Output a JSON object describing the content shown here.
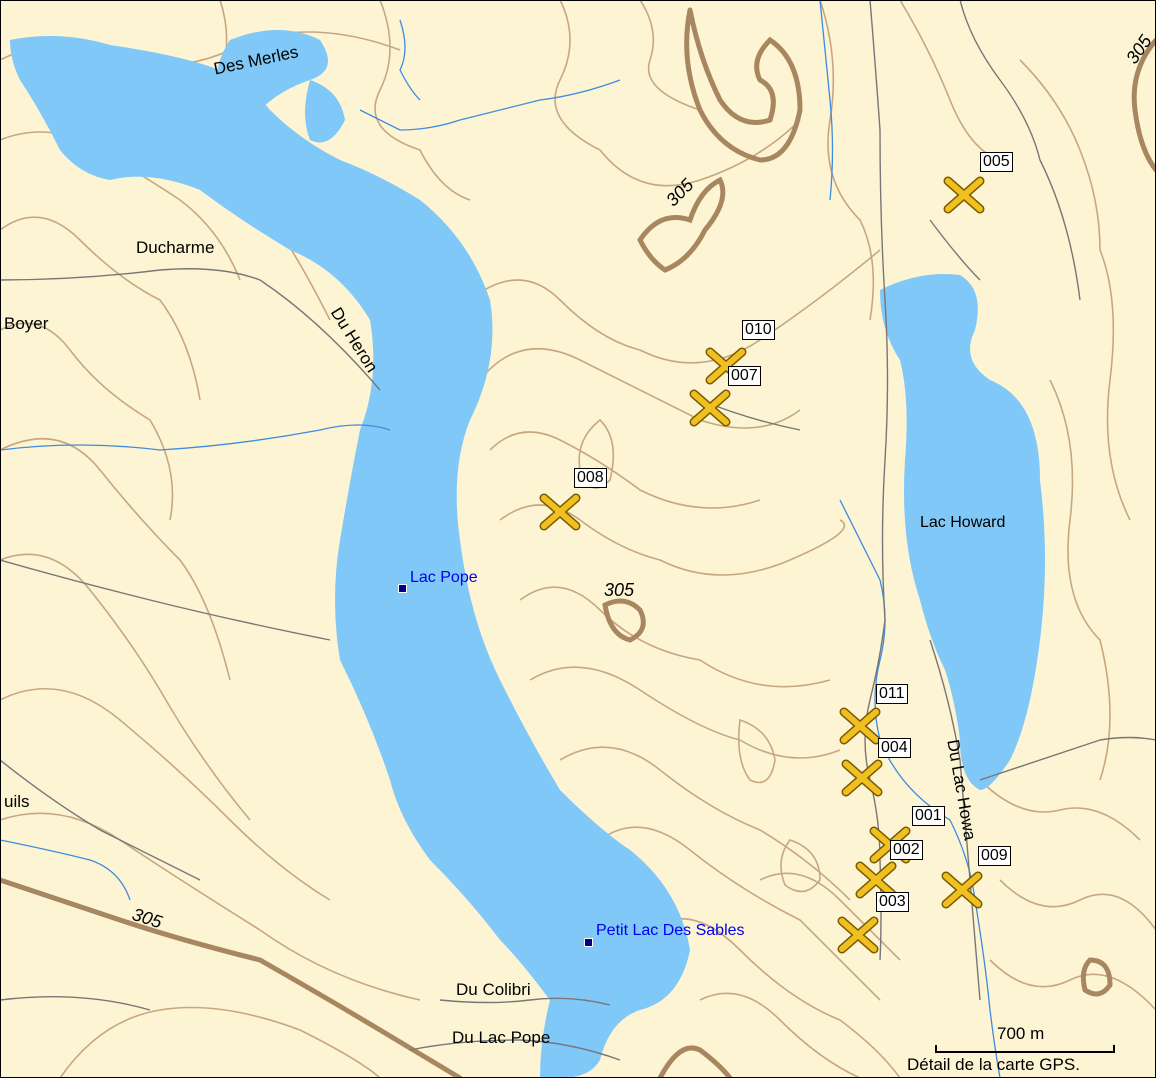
{
  "map": {
    "labels": {
      "des_merles": "Des Merles",
      "ducharme": "Ducharme",
      "boyer": "Boyer",
      "du_heron": "Du Heron",
      "uils": "uils",
      "du_colibri": "Du Colibri",
      "du_lac_pope": "Du Lac Pope",
      "lac_howard": "Lac Howard",
      "du_lac_howard": "Du Lac Howa"
    },
    "poi": {
      "lac_pope": "Lac Pope",
      "petit_lac": "Petit Lac Des Sables"
    },
    "contours": {
      "c1": "305",
      "c2": "305",
      "c3": "305",
      "c4": "305"
    },
    "waypoints": {
      "w005": "005",
      "w010": "010",
      "w007": "007",
      "w008": "008",
      "w011": "011",
      "w004": "004",
      "w001": "001",
      "w002": "002",
      "w009": "009",
      "w003": "003"
    },
    "scale": {
      "distance": "700 m",
      "detail": "Détail de la carte GPS."
    },
    "colors": {
      "land": "#fdf4d4",
      "water": "#80c8f8",
      "contour": "#c7a780",
      "contour_major": "#a88760",
      "stream": "#3c8ce0",
      "road": "#777777",
      "waypoint": "#f0c020"
    }
  }
}
